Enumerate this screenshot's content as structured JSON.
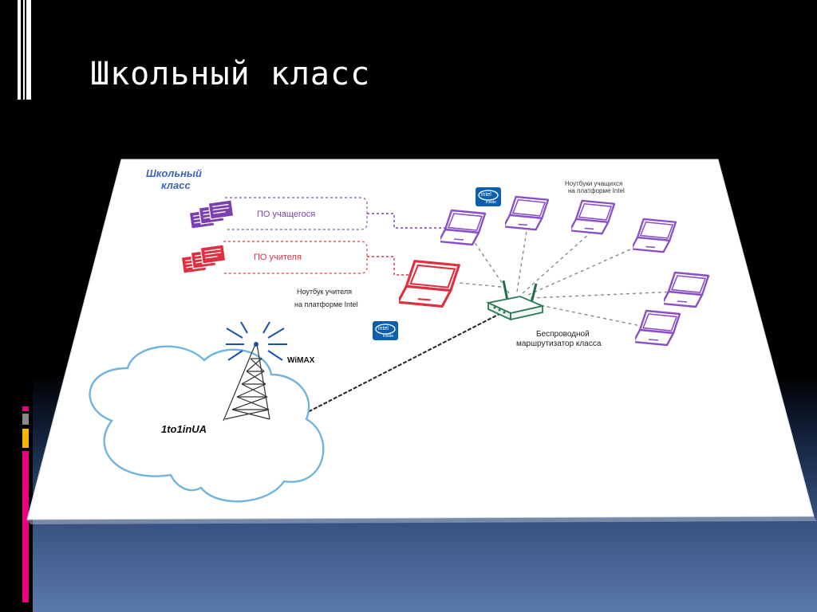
{
  "slide": {
    "title": "Школьный класс"
  },
  "diagram": {
    "heading_line1": "Школьный",
    "heading_line2": "класс",
    "student_software": "ПО учащегося",
    "teacher_software": "ПО учителя",
    "teacher_laptop_line1": "Ноутбук учителя",
    "teacher_laptop_line2": "на платформе Intel",
    "student_laptops_line1": "Ноутбуки учащихся",
    "student_laptops_line2": "на платформе Intel",
    "router_line1": "Беспроводной",
    "router_line2": "маршрутизатор класса",
    "wimax": "WiMAX",
    "cloud": "1to1inUA",
    "intel_logo_text": "intel",
    "intel_logo_sub": "inside"
  },
  "colors": {
    "student": "#7b3fb0",
    "teacher": "#e03040",
    "cloud": "#6fb3df",
    "heading": "#3a63b8",
    "intel": "#0b5fb0",
    "link": "#8a8a8a"
  }
}
